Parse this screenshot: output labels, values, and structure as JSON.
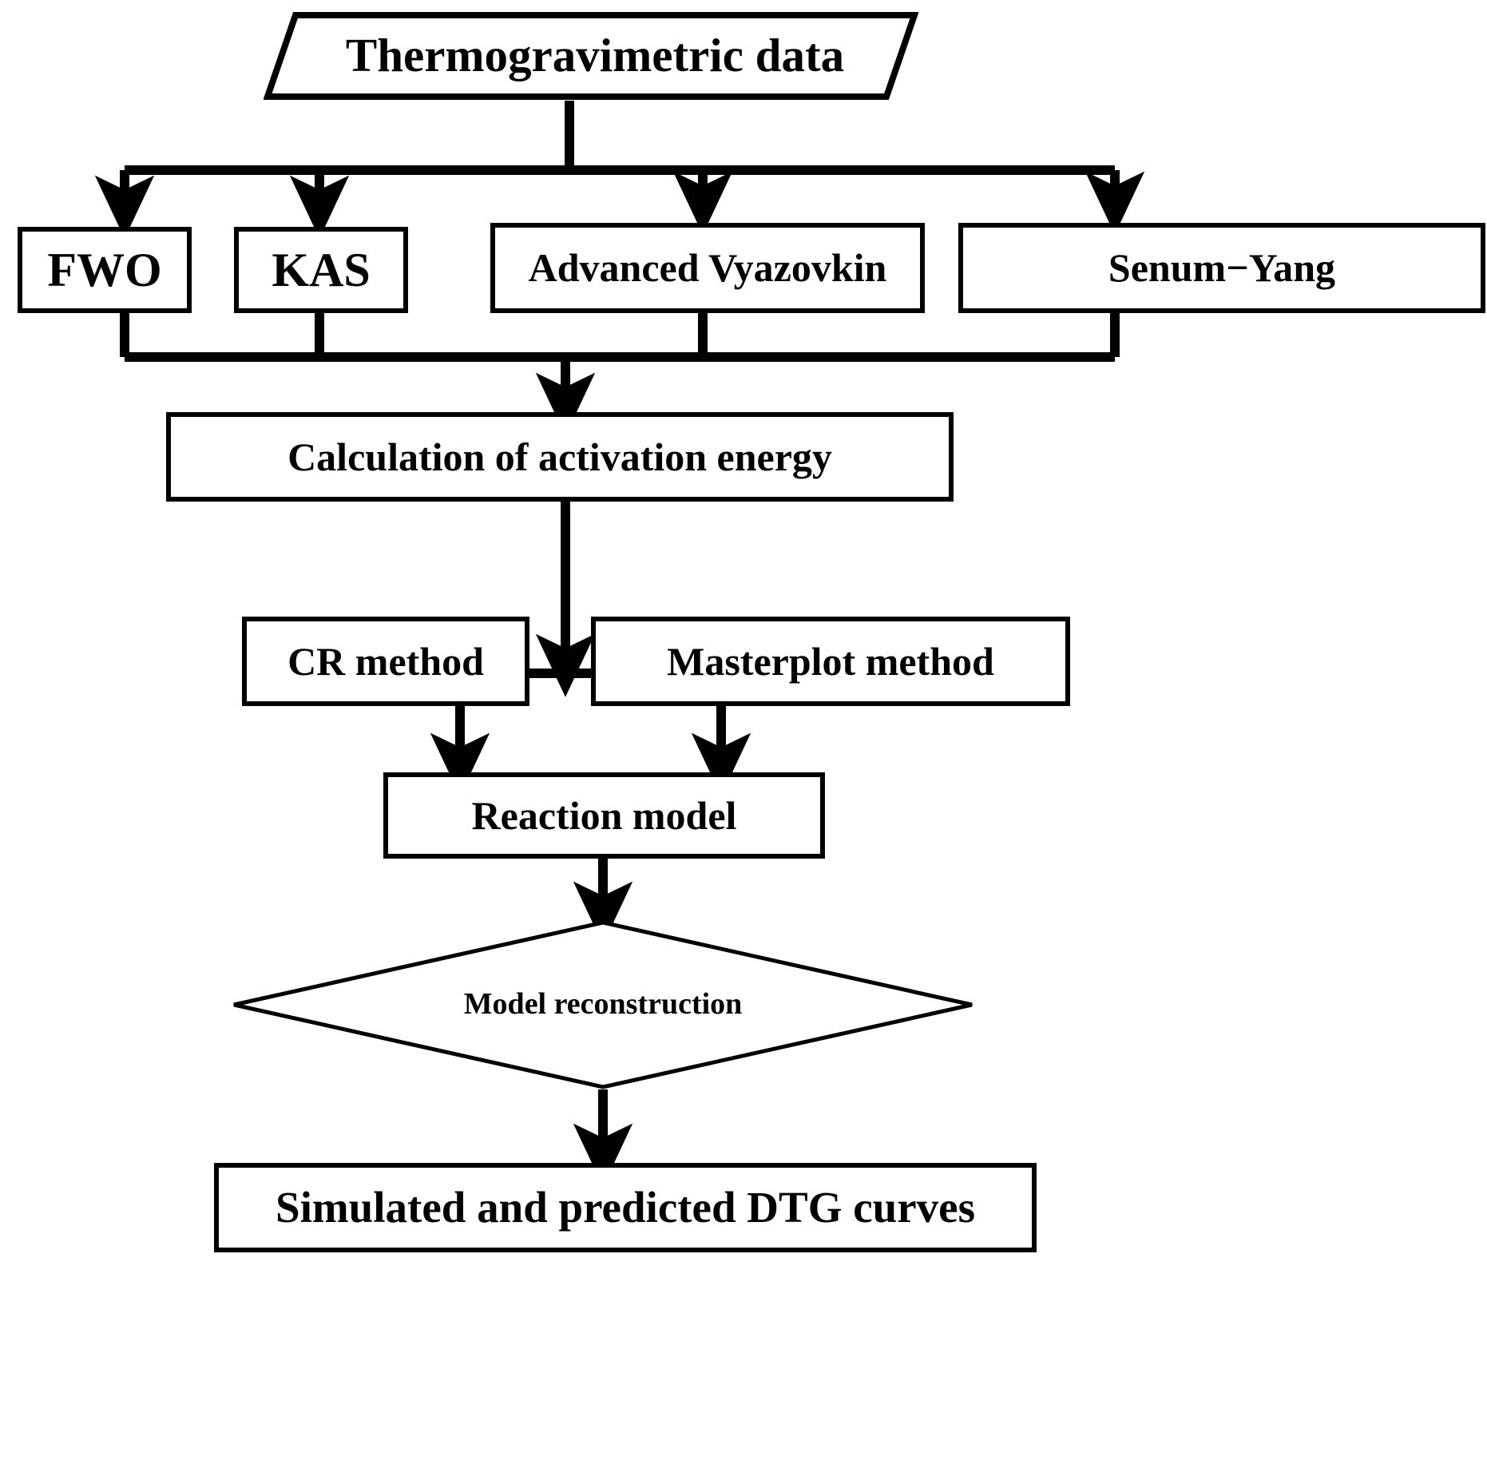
{
  "diagram": {
    "title": "Kinetic analysis workflow flowchart",
    "type": "flowchart",
    "stroke_color": "#000000",
    "fill_color": "#ffffff",
    "nodes": {
      "input": {
        "label": "Thermogravimetric data",
        "shape": "parallelogram"
      },
      "methods": [
        {
          "label": "FWO",
          "shape": "rectangle"
        },
        {
          "label": "KAS",
          "shape": "rectangle"
        },
        {
          "label": "Advanced Vyazovkin",
          "shape": "rectangle"
        },
        {
          "label": "Senum−Yang",
          "shape": "rectangle"
        }
      ],
      "activation_energy": {
        "label": "Calculation of activation energy",
        "shape": "rectangle"
      },
      "model_methods": [
        {
          "label": "CR method",
          "shape": "rectangle"
        },
        {
          "label": "Masterplot method",
          "shape": "rectangle"
        }
      ],
      "reaction_model": {
        "label": "Reaction model",
        "shape": "rectangle"
      },
      "reconstruction": {
        "label": "Model reconstruction",
        "shape": "diamond"
      },
      "output": {
        "label": "Simulated and predicted DTG curves",
        "shape": "rectangle"
      }
    }
  }
}
